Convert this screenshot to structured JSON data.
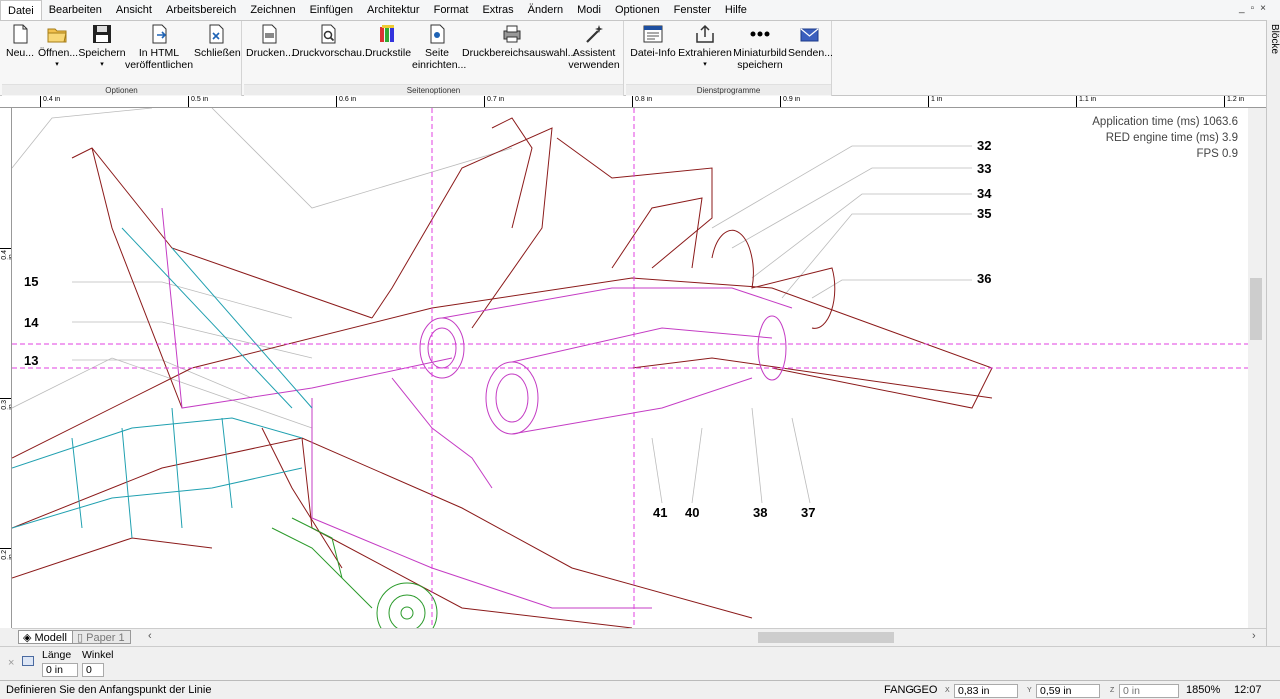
{
  "menu": [
    "Datei",
    "Bearbeiten",
    "Ansicht",
    "Arbeitsbereich",
    "Zeichnen",
    "Einfügen",
    "Architektur",
    "Format",
    "Extras",
    "Ändern",
    "Modi",
    "Optionen",
    "Fenster",
    "Hilfe"
  ],
  "window_controls": [
    "_",
    "▫",
    "×"
  ],
  "side_panel_label": "Blöcke",
  "ribbon": {
    "group_optionen": {
      "title": "Optionen",
      "buttons": [
        {
          "label": "Neu..."
        },
        {
          "label": "Öffnen..."
        },
        {
          "label": "Speichern"
        },
        {
          "label": "In HTML veröffentlichen"
        },
        {
          "label": "Schließen"
        }
      ]
    },
    "group_seite": {
      "title": "Seitenoptionen",
      "buttons": [
        {
          "label": "Drucken..."
        },
        {
          "label": "Druckvorschau..."
        },
        {
          "label": "Druckstile"
        },
        {
          "label": "Seite einrichten..."
        },
        {
          "label": "Druckbereichsauswahl..."
        },
        {
          "label": "Assistent verwenden"
        }
      ]
    },
    "group_dienst": {
      "title": "Dienstprogramme",
      "buttons": [
        {
          "label": "Datei-Info"
        },
        {
          "label": "Extrahieren"
        },
        {
          "label": "Miniaturbild speichern"
        },
        {
          "label": "Senden..."
        }
      ]
    }
  },
  "ruler": {
    "top": [
      "0.4 in",
      "0.5 in",
      "0.6 in",
      "0.7 in",
      "0.8 in",
      "0.9 in",
      "1 in",
      "1.1 in",
      "1.2 in"
    ],
    "left": [
      "0.4 in",
      "0.3 in",
      "0.2 in"
    ]
  },
  "stats": {
    "app_time": "Application time (ms)  1063.6",
    "engine_time": "RED engine time (ms)  3.9",
    "fps": "FPS  0.9"
  },
  "callouts": {
    "c32": "32",
    "c33": "33",
    "c34": "34",
    "c35": "35",
    "c36": "36",
    "c15": "15",
    "c14": "14",
    "c13": "13",
    "c41": "41",
    "c40": "40",
    "c38": "38",
    "c37": "37"
  },
  "tabs": {
    "model": "Modell",
    "paper": "Paper 1"
  },
  "command": {
    "length_label": "Länge",
    "length_value": "0 in",
    "angle_label": "Winkel",
    "angle_value": "0"
  },
  "status": {
    "prompt": "Definieren Sie den Anfangspunkt der Linie",
    "fang": "FANG",
    "geo": "GEO",
    "x_label": "X",
    "x_value": "0,83 in",
    "y_label": "Y",
    "y_value": "0,59 in",
    "z_label": "Z",
    "z_placeholder": "0 in",
    "zoom": "1850%",
    "time": "12:07"
  },
  "colors": {
    "accent": "#1e63b5",
    "drawing_dark": "#8b1a1a",
    "drawing_magenta": "#c43cc4",
    "drawing_cyan": "#20a0b0",
    "drawing_green": "#2a9a2a"
  }
}
